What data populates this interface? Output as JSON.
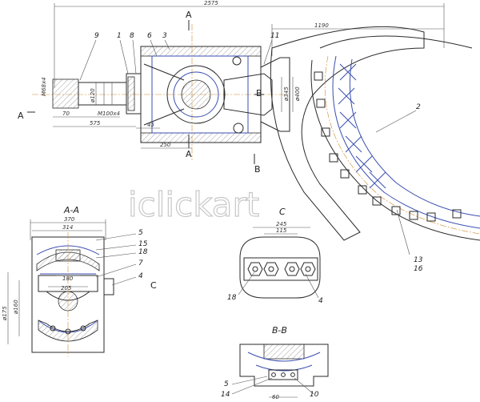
{
  "dimensions": {
    "overall": "2575",
    "right": "1190",
    "d120": "ø120",
    "thread_m68": "M68x4",
    "len70": "70",
    "len575": "575",
    "thread_m100": "M100x4",
    "len45": "45",
    "len250": "250",
    "d345": "ø345",
    "d400": "ø400",
    "aa370": "370",
    "aa314": "314",
    "aa180": "180",
    "aa205": "205",
    "aa175": "ø175",
    "aa160": "ø160",
    "c245": "245",
    "c115": "115",
    "bb60": "60"
  },
  "callouts": {
    "n9": "9",
    "n1": "1",
    "n8": "8",
    "n6": "6",
    "n3": "3",
    "n11": "11",
    "n2": "2",
    "n13": "13",
    "n16": "16",
    "aa5": "5",
    "aa15": "15",
    "aa18": "18",
    "aa7": "7",
    "aa4": "4",
    "c18": "18",
    "c4": "4",
    "bb5": "5",
    "bb14": "14",
    "bb10": "10"
  },
  "section_marks": {
    "a_top": "A",
    "a_bottom": "A",
    "a_left": "A",
    "b_right": "B",
    "b_bottom": "B",
    "c_mark": "C"
  },
  "section_titles": {
    "aa": "A-A",
    "c": "C",
    "bb": "B-B"
  },
  "watermark": "iclickart",
  "colors": {
    "line": "#2a2a2a",
    "accent": "#3b4fb0",
    "centerline": "#d08a2a"
  }
}
